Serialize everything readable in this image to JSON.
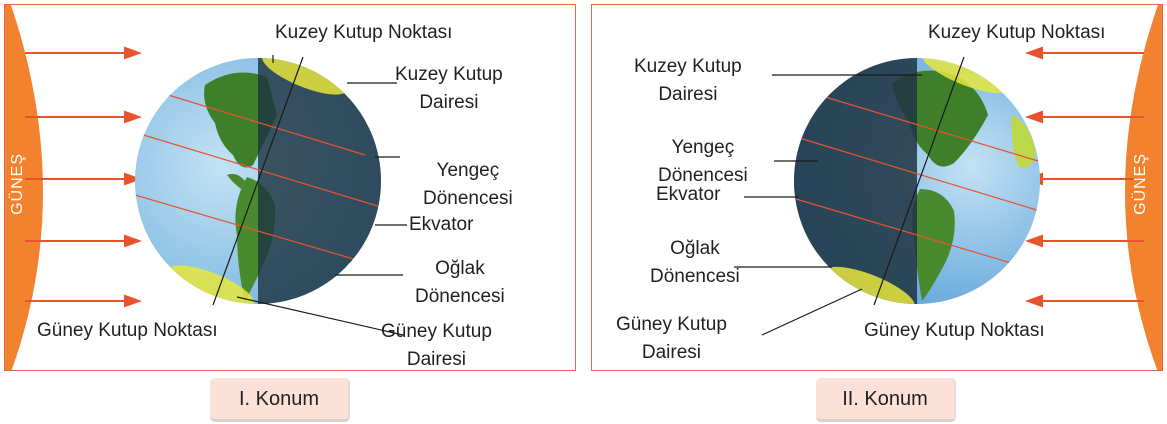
{
  "panels": [
    {
      "sun_label": "GÜNEŞ",
      "caption": "I. Konum",
      "labels": {
        "north_pole": "Kuzey Kutup Noktası",
        "arctic_circle_line1": "Kuzey Kutup",
        "arctic_circle_line2": "Dairesi",
        "tropic_cancer_line1": "Yengeç",
        "tropic_cancer_line2": "Dönencesi",
        "equator": "Ekvator",
        "tropic_capricorn_line1": "Oğlak",
        "tropic_capricorn_line2": "Dönencesi",
        "south_pole": "Güney Kutup Noktası",
        "antarctic_circle_line1": "Güney Kutup",
        "antarctic_circle_line2": "Dairesi"
      }
    },
    {
      "sun_label": "GÜNEŞ",
      "caption": "II. Konum",
      "labels": {
        "north_pole": "Kuzey Kutup Noktası",
        "arctic_circle_line1": "Kuzey Kutup",
        "arctic_circle_line2": "Dairesi",
        "tropic_cancer_line1": "Yengeç",
        "tropic_cancer_line2": "Dönencesi",
        "equator": "Ekvator",
        "tropic_capricorn_line1": "Oğlak",
        "tropic_capricorn_line2": "Dönencesi",
        "south_pole": "Güney Kutup Noktası",
        "antarctic_circle_line1": "Güney Kutup",
        "antarctic_circle_line2": "Dairesi"
      }
    }
  ],
  "colors": {
    "frame_border": "#e8664b",
    "sun": "#f2822d",
    "ray": "#e8532e",
    "polar_zone": "#e6e63c",
    "ocean_day": "#8ec4e6",
    "night": "#1f3442",
    "caption_bg": "#fbe1d8"
  }
}
